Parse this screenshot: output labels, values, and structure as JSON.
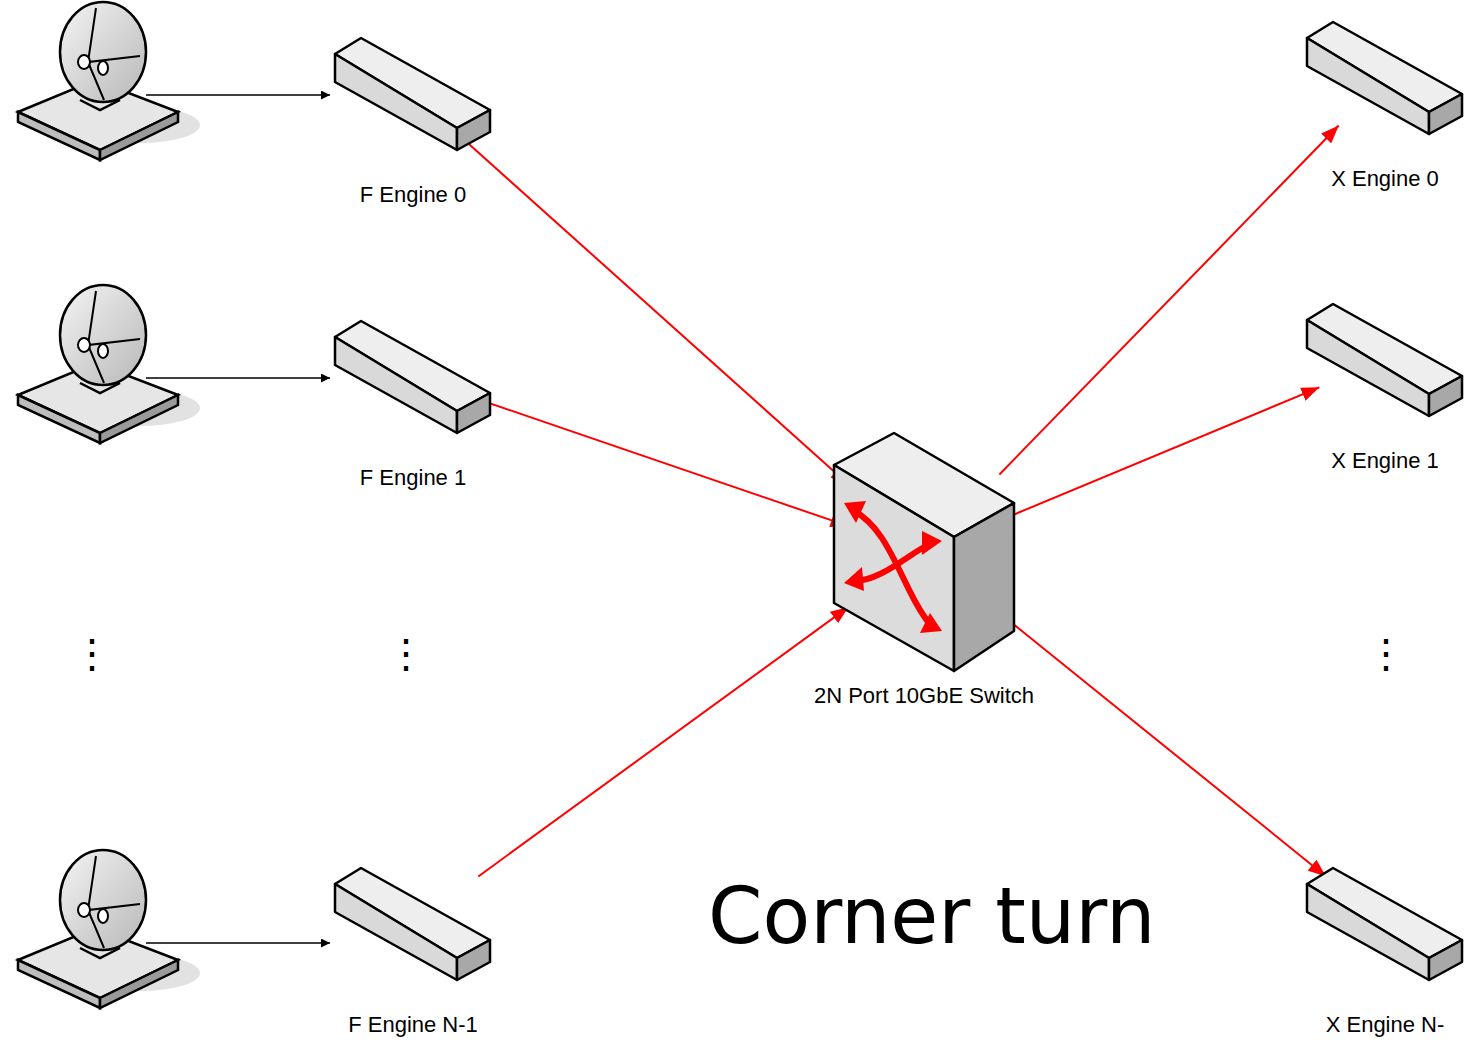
{
  "diagram": {
    "nodes": [
      {
        "text": [
          "F Engine 0"
        ]
      },
      {
        "text": [
          "F Engine 1"
        ]
      },
      {
        "text": [
          "F Engine N-1"
        ]
      },
      {
        "text": [
          "2N Port 10GbE Switch"
        ]
      },
      {
        "text": [
          "X Engine 0"
        ]
      },
      {
        "text": [
          "X Engine 1"
        ]
      },
      {
        "text": [
          "X Engine N-"
        ]
      }
    ],
    "edges": [
      {
        "from": 0,
        "to": 3,
        "arrow": "to"
      },
      {
        "from": 1,
        "to": 3,
        "arrow": "to"
      },
      {
        "from": 2,
        "to": 3,
        "arrow": "to"
      },
      {
        "from": 3,
        "to": 4,
        "arrow": "to"
      },
      {
        "from": 3,
        "to": 5,
        "arrow": "to"
      },
      {
        "from": 3,
        "to": 6,
        "arrow": "to"
      }
    ],
    "labels": [
      "Corner turn",
      "⋮",
      "⋮",
      "⋮"
    ]
  }
}
